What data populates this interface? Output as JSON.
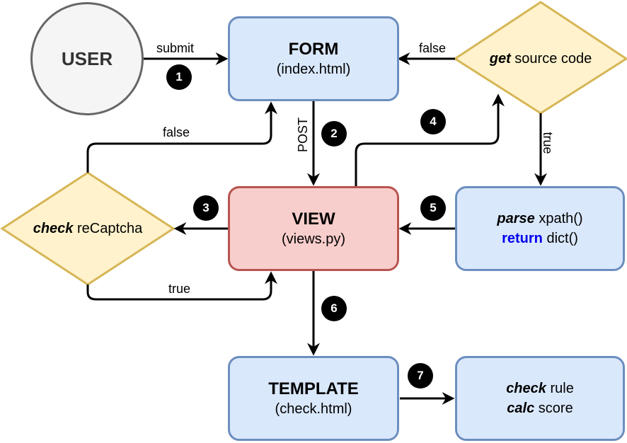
{
  "colors": {
    "blue_fill": "#dae8fc",
    "blue_stroke": "#6c8ebf",
    "red_fill": "#f8cecc",
    "red_stroke": "#b85450",
    "yellow_fill": "#fff2cc",
    "yellow_stroke": "#d6b656",
    "gray_fill": "#f5f5f5",
    "gray_stroke": "#666666",
    "keyword_blue": "#0000ee"
  },
  "nodes": {
    "user": {
      "label": "USER"
    },
    "form": {
      "title": "FORM",
      "sub": "(index.html)"
    },
    "view": {
      "title": "VIEW",
      "sub": "(views.py)"
    },
    "template": {
      "title": "TEMPLATE",
      "sub": "(check.html)"
    },
    "get_source": {
      "keyword": "get",
      "text": " source code"
    },
    "check_recaptcha": {
      "keyword": "check",
      "text": " reCaptcha"
    },
    "parse": {
      "kw1": "parse",
      "text1": " xpath()",
      "kw2": "return",
      "text2": " dict()"
    },
    "check_rule": {
      "kw1": "check",
      "text1": " rule",
      "kw2": "calc",
      "text2": " score"
    }
  },
  "edges": {
    "submit": "submit",
    "post": "POST",
    "false_top": "false",
    "false_left": "false",
    "true_right": "true",
    "true_left": "true"
  },
  "steps": [
    "1",
    "2",
    "3",
    "4",
    "5",
    "6",
    "7"
  ]
}
